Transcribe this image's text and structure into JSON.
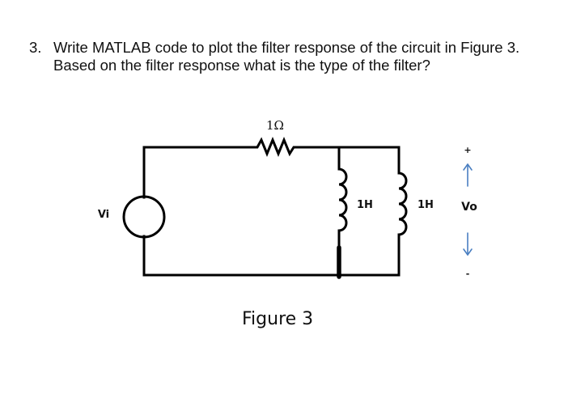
{
  "question": {
    "number": "3.",
    "line1": "Write MATLAB code to plot the filter response of the circuit in Figure 3.",
    "line2": "Based on the filter response what is the type of the filter?"
  },
  "circuit": {
    "source_label": "Vi",
    "resistor_label": "1Ω",
    "inductor1_label": "1H",
    "inductor2_label": "1H",
    "output_label": "Vo",
    "plus_label": "+",
    "minus_label": "-",
    "arrow_color": "#4a7fc1",
    "wire_color": "#000000"
  },
  "figure_caption": "Figure 3"
}
